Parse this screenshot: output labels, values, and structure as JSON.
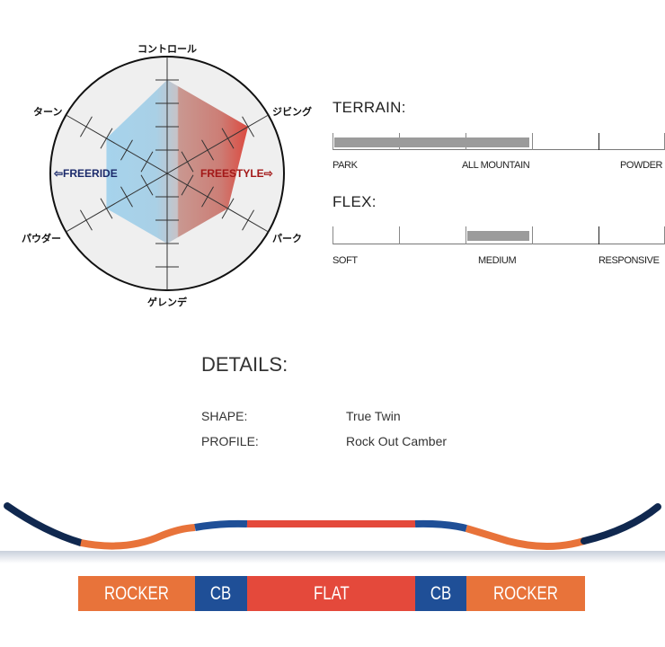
{
  "radar": {
    "axes": [
      {
        "label": "コントロール",
        "value": 4
      },
      {
        "label": "ジビング",
        "value": 4
      },
      {
        "label": "パーク",
        "value": 3
      },
      {
        "label": "ゲレンデ",
        "value": 3
      },
      {
        "label": "パウダー",
        "value": 3
      },
      {
        "label": "ターン",
        "value": 3
      }
    ],
    "max": 5,
    "left_label": "⇦FREERIDE",
    "right_label": "FREESTYLE⇨",
    "colors": {
      "freeride": "#1b2a6b",
      "freestyle": "#a31818",
      "circle": "#efefef"
    }
  },
  "terrain": {
    "title": "TERRAIN:",
    "labels": [
      "PARK",
      "ALL MOUNTAIN",
      "POWDER"
    ],
    "range": [
      0,
      3
    ],
    "scale_max": 5
  },
  "flex": {
    "title": "FLEX:",
    "labels": [
      "SOFT",
      "MEDIUM",
      "RESPONSIVE"
    ],
    "range": [
      2,
      3
    ],
    "scale_max": 5
  },
  "details": {
    "title": "DETAILS:",
    "rows": [
      {
        "key": "SHAPE:",
        "value": "True Twin"
      },
      {
        "key": "PROFILE:",
        "value": "Rock Out Camber"
      }
    ]
  },
  "profile": {
    "segments": [
      {
        "label": "ROCKER",
        "color": "#e8733a"
      },
      {
        "label": "CB",
        "color": "#1f4f97"
      },
      {
        "label": "FLAT",
        "color": "#e4493b"
      },
      {
        "label": "CB",
        "color": "#1f4f97"
      },
      {
        "label": "ROCKER",
        "color": "#e8733a"
      }
    ],
    "tip_color": "#10284f"
  }
}
